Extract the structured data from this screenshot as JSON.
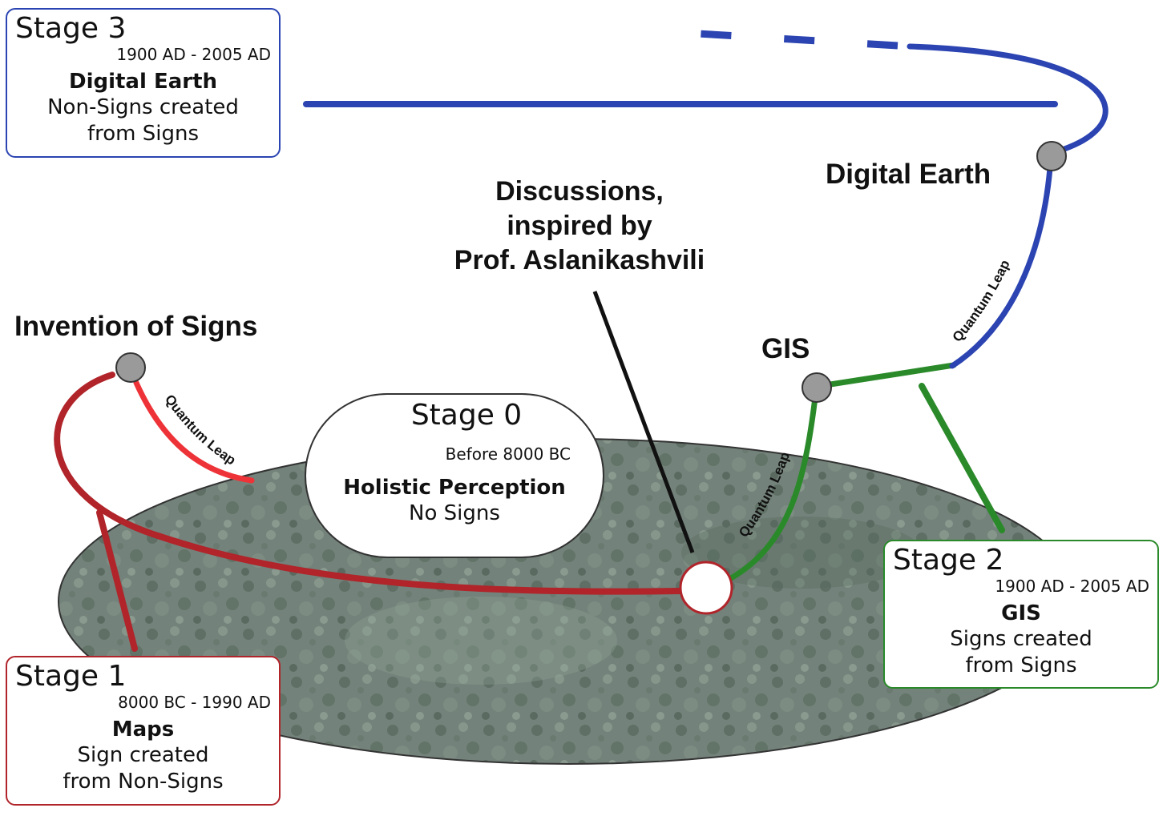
{
  "colors": {
    "maps": "#b0242a",
    "maps_leap": "#ee3338",
    "gis": "#2a8a2a",
    "digital": "#2b44b2",
    "node": "#9a9a9a",
    "pointer": "#111111",
    "ground": "#6f7f75"
  },
  "stage0": {
    "stage": "Stage 0",
    "dates": "Before 8000 BC",
    "title": "Holistic Perception",
    "desc": "No Signs"
  },
  "stage1": {
    "stage": "Stage 1",
    "dates": "8000 BC - 1990 AD",
    "title": "Maps",
    "desc1": "Sign created",
    "desc2": "from Non-Signs"
  },
  "stage2": {
    "stage": "Stage 2",
    "dates": "1900 AD - 2005 AD",
    "title": "GIS",
    "desc1": "Signs created",
    "desc2": "from Signs"
  },
  "stage3": {
    "stage": "Stage 3",
    "dates": "1900 AD - 2005 AD",
    "title": "Digital Earth",
    "desc1": "Non-Signs created",
    "desc2": "from Signs"
  },
  "labels": {
    "invention": "Invention of Signs",
    "gis": "GIS",
    "digital": "Digital Earth",
    "discussion1": "Discussions,",
    "discussion2": "inspired by",
    "discussion3": "Prof. Aslanikashvili",
    "leap": "Quantum Leap",
    "stray": "1"
  }
}
